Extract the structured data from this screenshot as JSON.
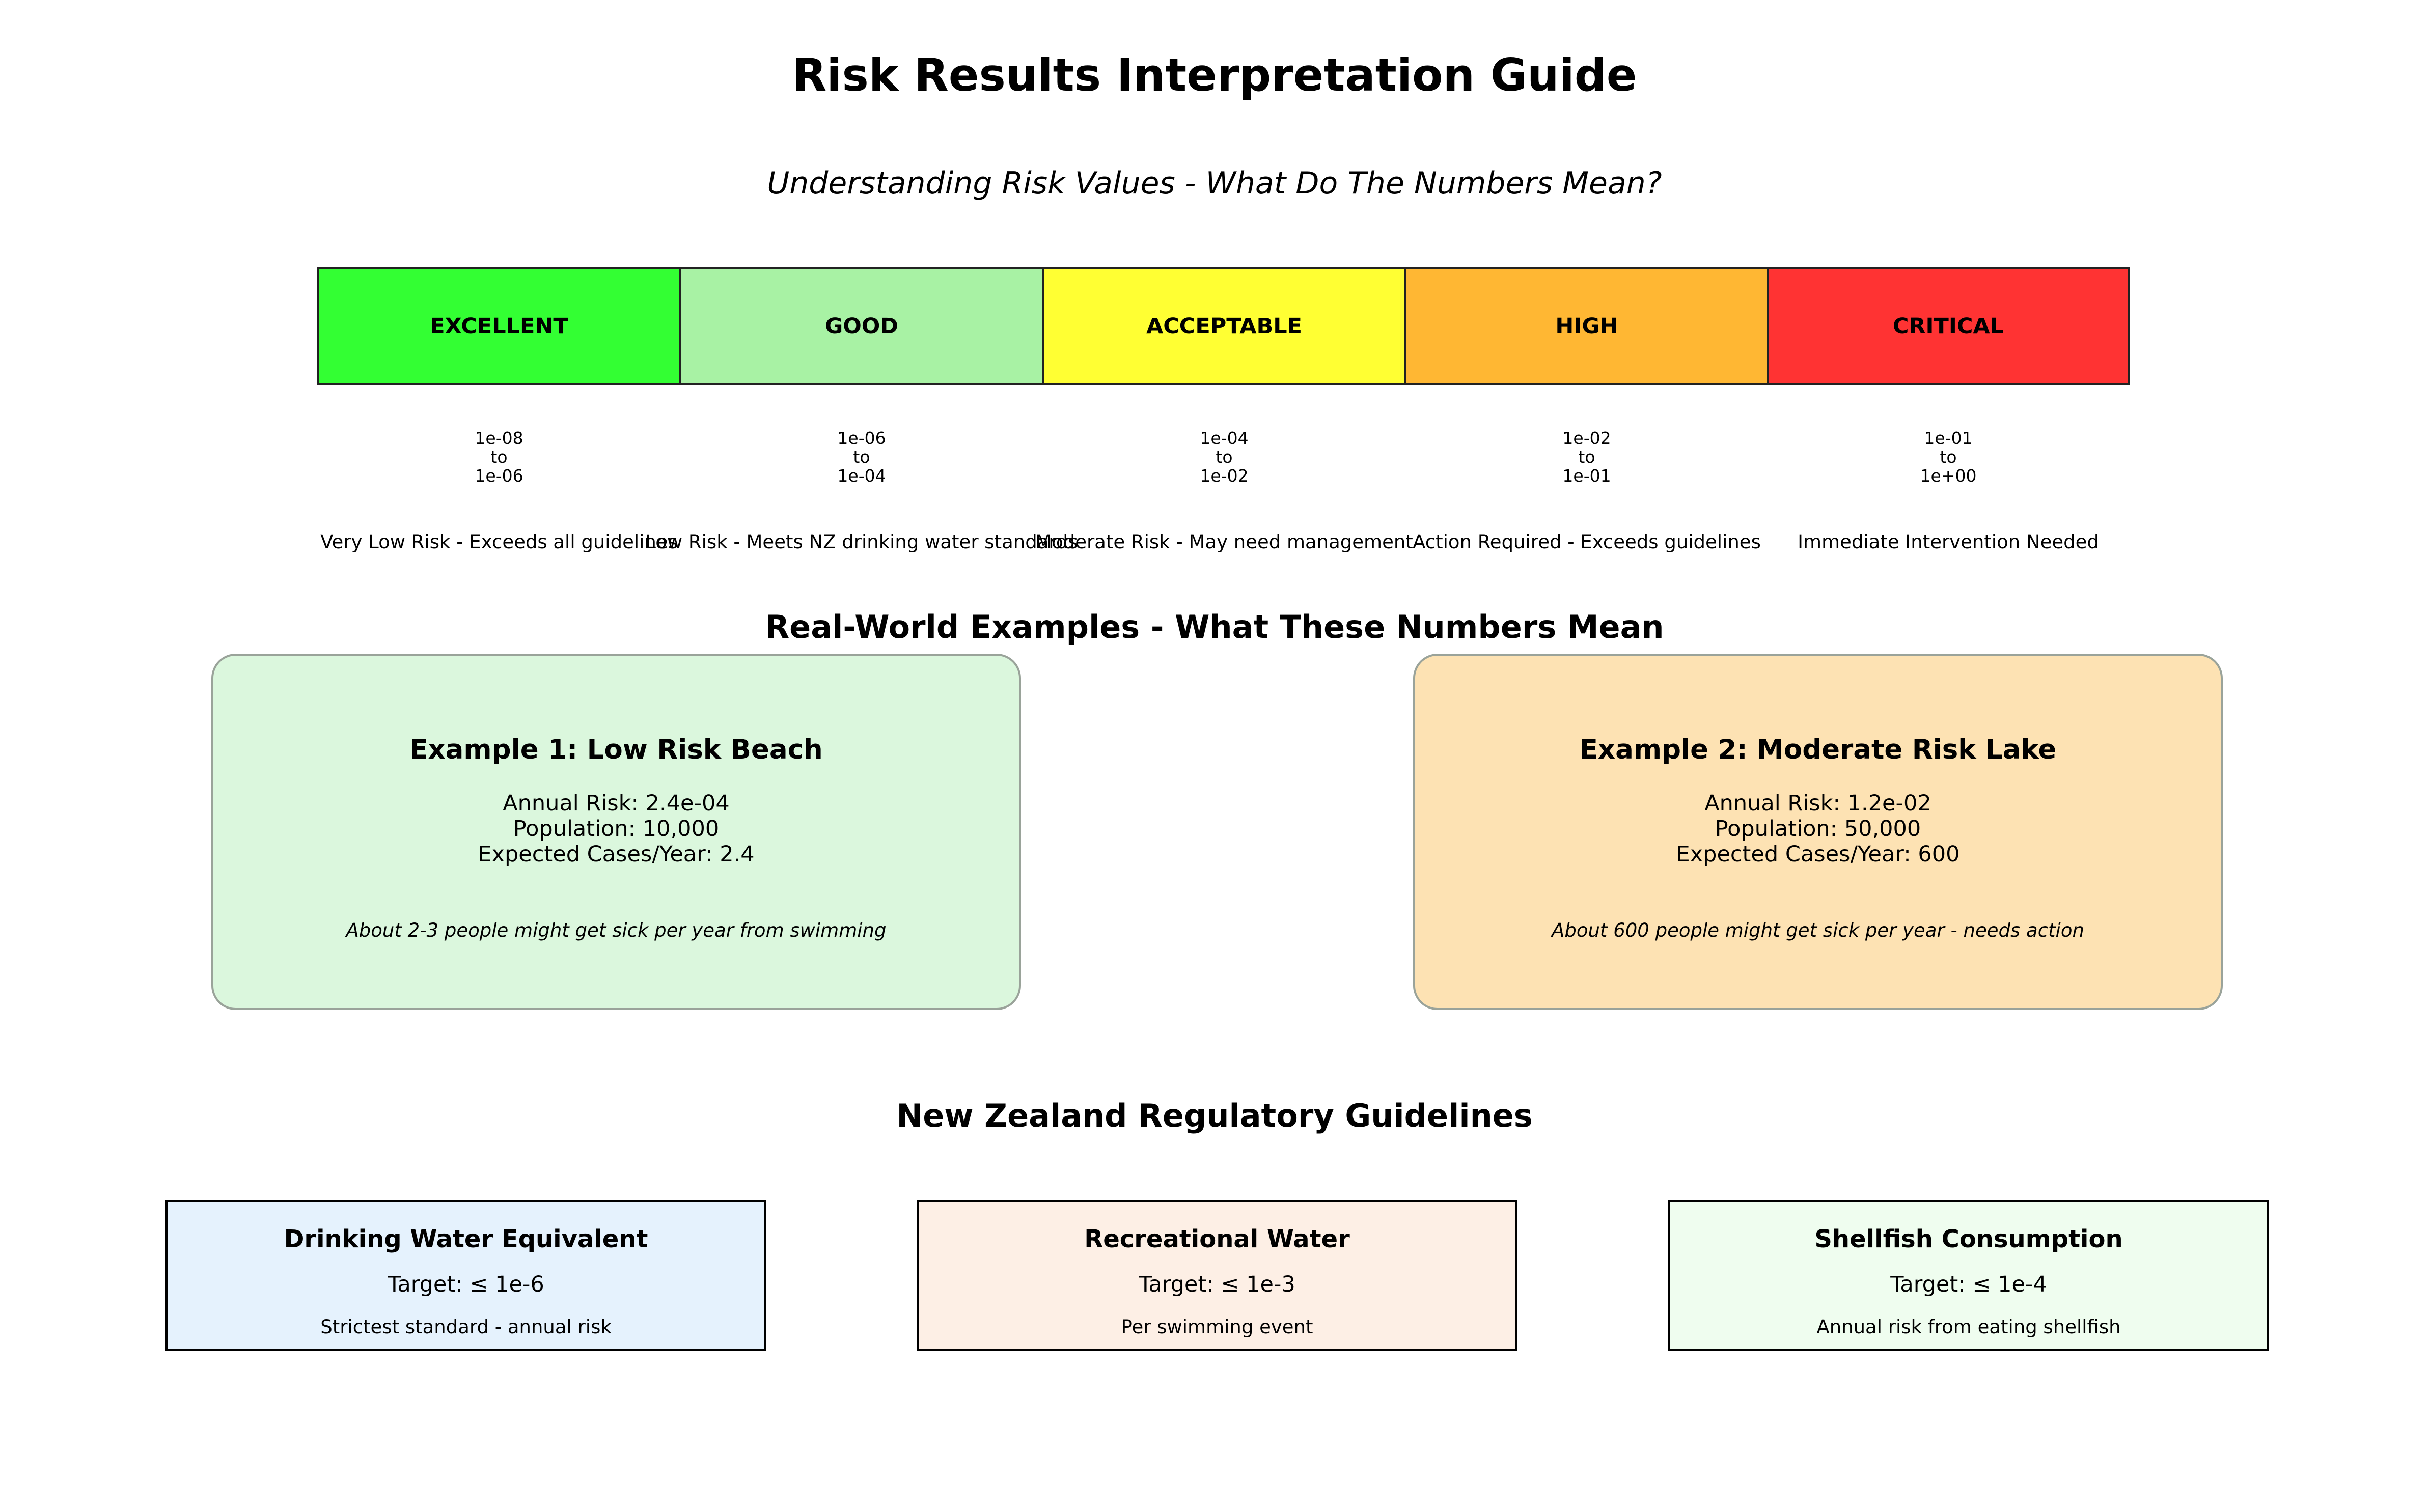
{
  "title": "Risk Results Interpretation Guide",
  "subtitle": "Understanding Risk Values - What Do The Numbers Mean?",
  "risk_scale": [
    {
      "label": "EXCELLENT",
      "range_from": "1e-08",
      "range_to_word": "to",
      "range_to": "1e-06",
      "description": "Very Low Risk - Exceeds all guidelines",
      "color": "#33ff33"
    },
    {
      "label": "GOOD",
      "range_from": "1e-06",
      "range_to_word": "to",
      "range_to": "1e-04",
      "description": "Low Risk - Meets NZ drinking water standards",
      "color": "#a8f2a4"
    },
    {
      "label": "ACCEPTABLE",
      "range_from": "1e-04",
      "range_to_word": "to",
      "range_to": "1e-02",
      "description": "Moderate Risk - May need management",
      "color": "#ffff33"
    },
    {
      "label": "HIGH",
      "range_from": "1e-02",
      "range_to_word": "to",
      "range_to": "1e-01",
      "description": "Action Required - Exceeds guidelines",
      "color": "#ffb733"
    },
    {
      "label": "CRITICAL",
      "range_from": "1e-01",
      "range_to_word": "to",
      "range_to": "1e+00",
      "description": "Immediate Intervention Needed",
      "color": "#ff3333"
    }
  ],
  "examples_heading": "Real-World Examples - What These Numbers Mean",
  "examples": [
    {
      "title": "Example 1: Low Risk Beach",
      "annual_risk": "Annual Risk: 2.4e-04",
      "population": "Population: 10,000",
      "expected_cases": "Expected Cases/Year: 2.4",
      "note": "About 2-3 people might get sick per year from swimming",
      "color": "#dbf7dd"
    },
    {
      "title": "Example 2: Moderate Risk Lake",
      "annual_risk": "Annual Risk: 1.2e-02",
      "population": "Population: 50,000",
      "expected_cases": "Expected Cases/Year: 600",
      "note": "About 600 people might get sick per year - needs action",
      "color": "#fde2b3"
    }
  ],
  "guidelines_heading": "New Zealand Regulatory Guidelines",
  "guidelines": [
    {
      "title": "Drinking Water Equivalent",
      "target": "Target: ≤ 1e-6",
      "note": "Strictest standard - annual risk",
      "color": "#e5f2fd"
    },
    {
      "title": "Recreational Water",
      "target": "Target: ≤ 1e-3",
      "note": "Per swimming event",
      "color": "#fdefe5"
    },
    {
      "title": "Shellfish Consumption",
      "target": "Target: ≤ 1e-4",
      "note": "Annual risk from eating shellfish",
      "color": "#effdef"
    }
  ]
}
